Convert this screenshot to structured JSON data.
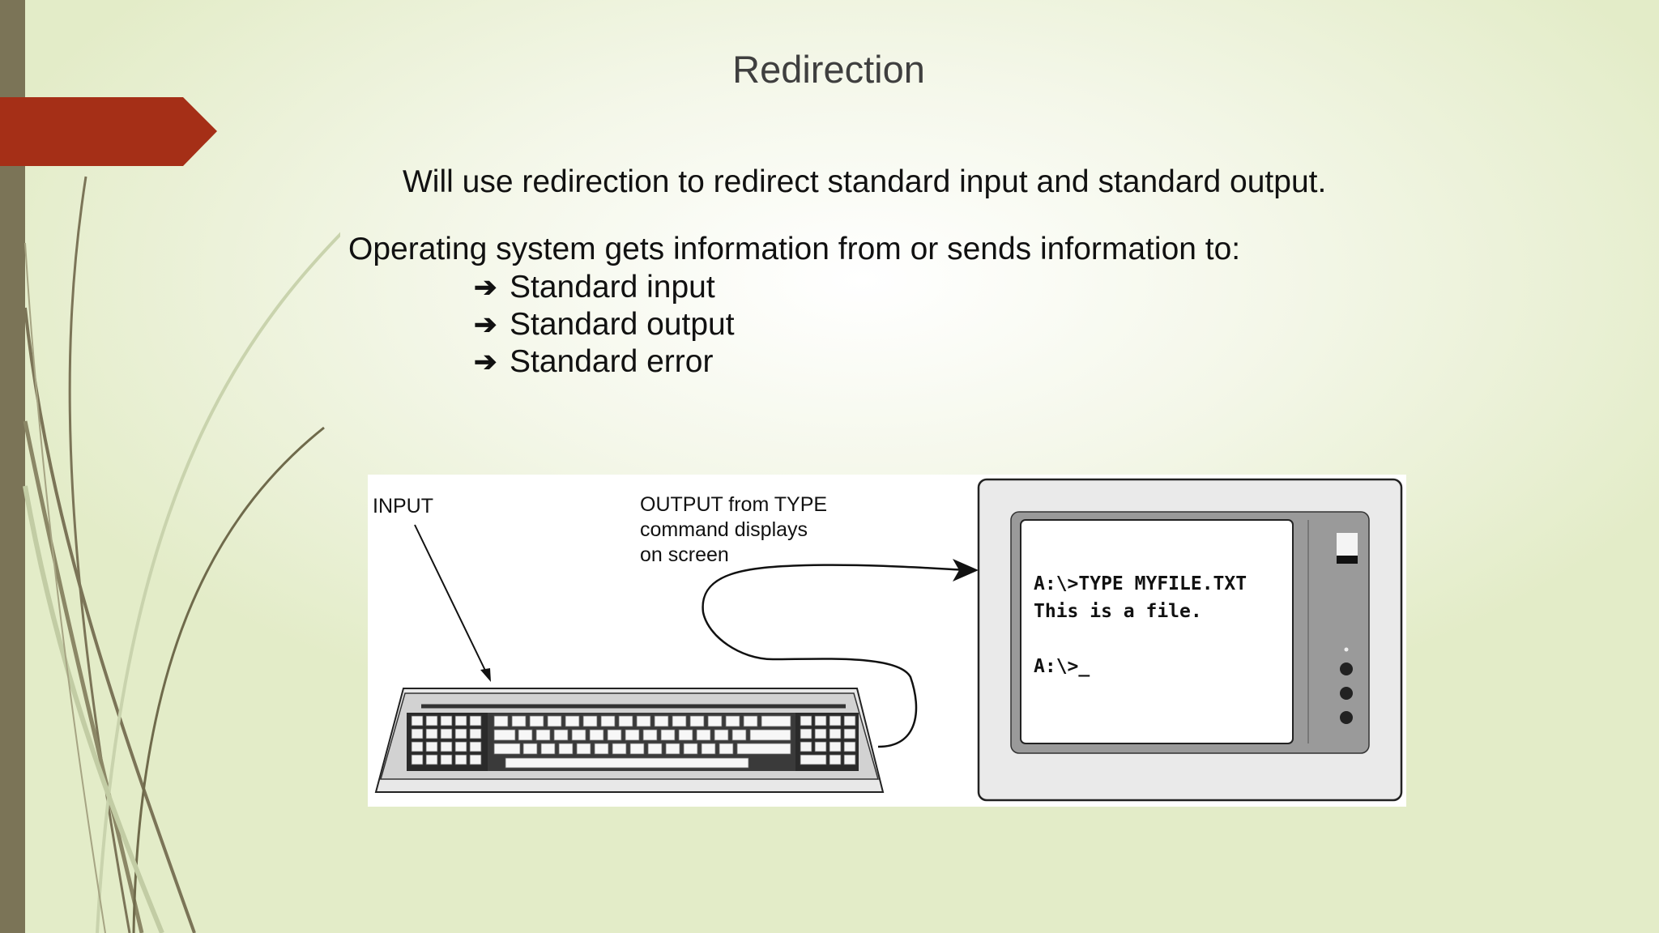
{
  "slide": {
    "title": "Redirection",
    "intro": "Will use redirection to redirect standard input and standard output.",
    "lead": "Operating system gets information from or sends information to:",
    "bullet_icon": "right-arrow-icon",
    "bullets": [
      "Standard input",
      "Standard output",
      "Standard error"
    ],
    "accent_color": "#a52f17",
    "sidebar_color": "#7b7457"
  },
  "figure": {
    "input_label": "INPUT",
    "output_label_lines": [
      "OUTPUT from TYPE",
      "command displays",
      "on screen"
    ],
    "screen_lines": [
      "A:\\>TYPE MYFILE.TXT",
      "This is a file.",
      "",
      "A:\\>_"
    ]
  }
}
